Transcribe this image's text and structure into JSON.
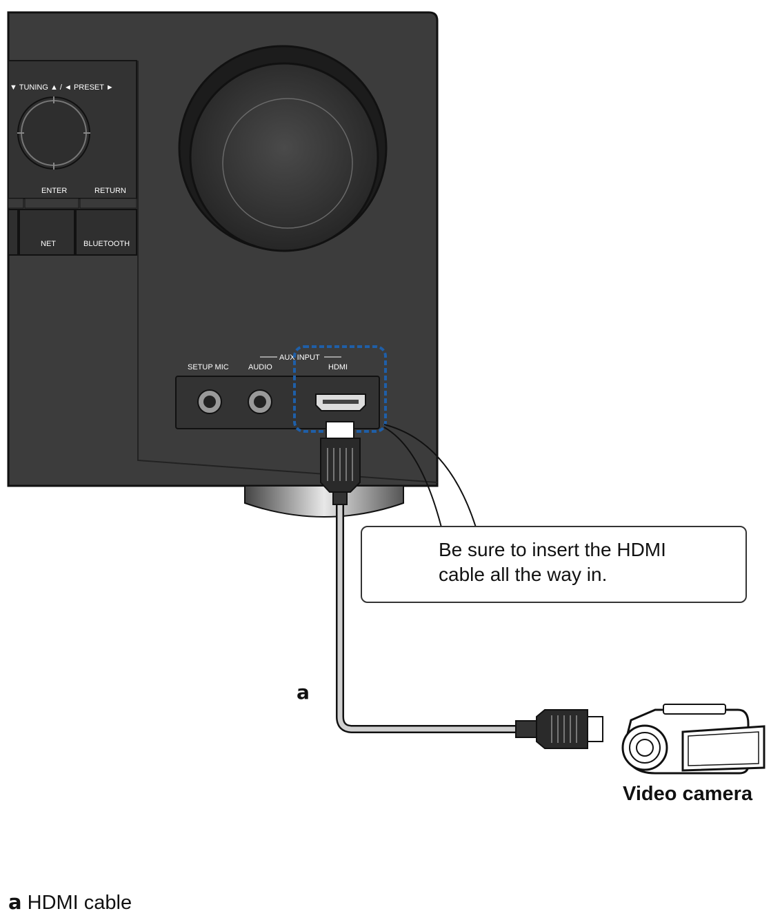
{
  "receiver": {
    "tuning_preset_label": "▼ TUNING ▲ / ◄ PRESET ►",
    "enter_label": "ENTER",
    "return_label": "RETURN",
    "net_label": "NET",
    "bluetooth_label": "BLUETOOTH",
    "aux_input_label": "AUX INPUT",
    "setup_mic_label": "SETUP MIC",
    "audio_label": "AUDIO",
    "hdmi_label": "HDMI"
  },
  "callout": {
    "line1": "Be sure to insert the HDMI",
    "line2": "cable all the way in.",
    "icon": "hand-insert-plug-icon"
  },
  "cable_marker": "a",
  "device_label": "Video camera",
  "legend": {
    "key": "a",
    "text": " HDMI cable"
  },
  "colors": {
    "panel": "#3c3c3c",
    "highlight": "#1f5fa8",
    "outline": "#111111"
  }
}
